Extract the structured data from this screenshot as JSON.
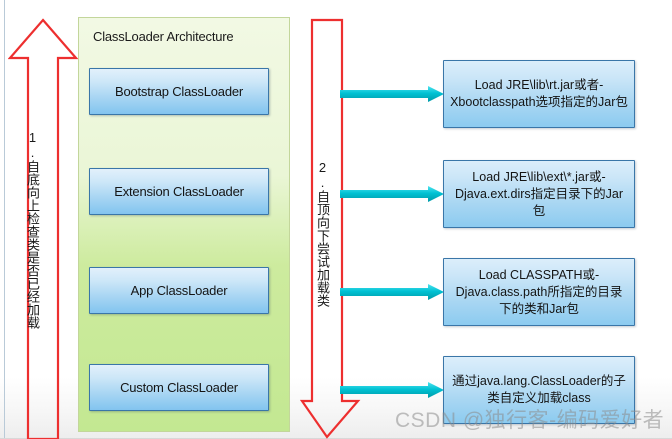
{
  "diagram": {
    "panel": {
      "title": "ClassLoader Architecture",
      "color": "#cdeb9e",
      "loaders": [
        {
          "label": "Bootstrap ClassLoader"
        },
        {
          "label": "Extension ClassLoader"
        },
        {
          "label": "App ClassLoader"
        },
        {
          "label": "Custom ClassLoader"
        }
      ]
    },
    "arrows": {
      "color": "#ed2f2f",
      "left": {
        "direction": "up",
        "label": "1.自底向上检查类是否已经加载"
      },
      "middle": {
        "direction": "down",
        "label": "2.自顶向下尝试加载类"
      },
      "connector_color": "#00bcd4",
      "connectors": [
        {
          "name": "bootstrap-connector"
        },
        {
          "name": "extension-connector"
        },
        {
          "name": "app-connector"
        },
        {
          "name": "custom-connector"
        }
      ]
    },
    "descriptions": [
      {
        "text": "Load JRE\\lib\\rt.jar或者-Xbootclasspath选项指定的Jar包"
      },
      {
        "text": "Load JRE\\lib\\ext\\*.jar或-Djava.ext.dirs指定目录下的Jar包"
      },
      {
        "text": "Load CLASSPATH或-Djava.class.path所指定的目录下的类和Jar包"
      },
      {
        "text": "通过java.lang.ClassLoader的子类自定义加载class"
      }
    ],
    "watermark": "CSDN @独行客-编码爱好者"
  }
}
